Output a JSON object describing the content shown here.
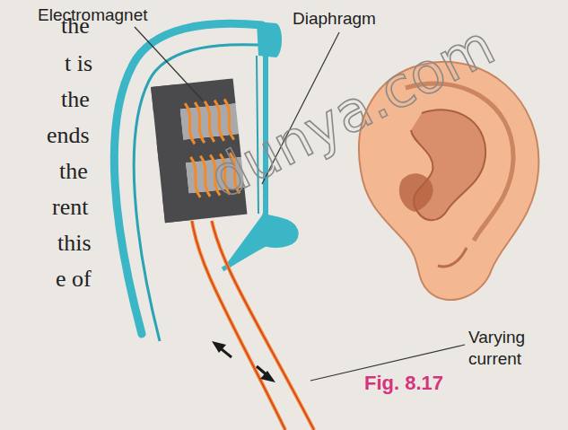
{
  "diagram": {
    "caption": "Fig. 8.17",
    "labels": [
      "Electromagnet",
      "Diaphragm",
      "Varying current",
      "dunya.com",
      "the",
      "t is",
      "the",
      "ends",
      "the",
      "rent",
      "this",
      "e of"
    ]
  }
}
